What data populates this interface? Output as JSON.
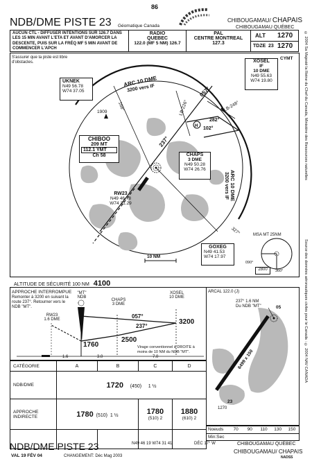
{
  "header": {
    "page_number": "86",
    "title": "NDB/DME PISTE 23",
    "publisher": "Géomatique Canada",
    "city_line1_a": "CHIBOUGAMAU/",
    "city_line1_b": "CHAPAIS",
    "city_line2": "CHIBOUGAMAU QUÉBEC",
    "warning_text": "AUCUN CTL - DIFFUSER INTENTIONS SUR 126.7 DANS LES 15 MIN AVANT L'ETA ET AVANT D'AMORCER LA DESCENTE, PUIS SUR LA FRÉQ MF 5 MIN AVANT DE COMMENCER L'APCH",
    "radio_label": "RADIO",
    "radio_name": "QUEBEC",
    "radio_freq": "122.0 (MF 5 NM) 126.7",
    "pal_label": "PAL",
    "pal_name": "CENTRE MONTREAL",
    "pal_freq": "127.3",
    "alt_label": "ALT",
    "alt_value": "1270",
    "tdze_label": "TDZE",
    "tdze_rwy": "23",
    "tdze_value": "1270",
    "copyright_side": "© 2004 Sa Majesté la Reine du Chef du Canada, Ministère des Ressources naturelles",
    "source_side": "Source des données aéronautiques civiles pour le Canada : © 2004 NAV CANADA"
  },
  "plan_view": {
    "note": "S'assurer que la piste est libre d'obstacles.",
    "icao": "CYMT",
    "arc_label": "ARC 10 DME",
    "arc_alt": "3200 vers IF",
    "arc_label_right": "ARC 10 DME",
    "arc_alt_right": "3200 vers IF",
    "dist_scale": "10 NM",
    "obstacle_elev": "1909",
    "headings": [
      "057°",
      "237°",
      "LB-226°",
      "LB-248°",
      "282°",
      "102°",
      "168°",
      "327°"
    ],
    "uknek": {
      "name": "UKNEK",
      "lat": "N49 56.78",
      "lon": "W74 37.05"
    },
    "xosel": {
      "name": "XOSEL",
      "sub1": "IF",
      "sub2": "10 DME",
      "lat": "N49 55.63",
      "lon": "W74 19.80"
    },
    "chiboo": {
      "name": "CHIBOO",
      "freq": "209 MT",
      "dme_freq": "112.1 YMT",
      "ch": "Ch 58"
    },
    "chaps": {
      "name": "CHAPS",
      "sub": "3 DME",
      "lat": "N49 50.28",
      "lon": "W74 26.76"
    },
    "rw23": {
      "name": "RW23",
      "lat": "N49 46.78",
      "lon": "W74 31.29"
    },
    "goxeg": {
      "name": "GOXEG",
      "lat": "N49 41.53",
      "lon": "W74 17.97"
    },
    "msa": {
      "title": "MSA MT 25NM",
      "value": "2800",
      "brg1": "090°",
      "brg2": "360°"
    }
  },
  "profile": {
    "safe_alt_label": "ALTITUDE DE SÉCURITÉ 100 NM",
    "safe_alt_value": "4100",
    "missed_title": "APPROCHE INTERROMPUE",
    "missed_text": "Remonter à 3200 en suivant la route 237°. Retourner vers le NDB \"MT\".",
    "mt_label": "\"MT\"",
    "ndb_label": "NDB",
    "chaps_label": "CHAPS",
    "chaps_dme": "3 DME",
    "xosel_label": "XOSEL",
    "xosel_dme": "10 DME",
    "rw23_label": "RW23",
    "rw23_dme": "1.6 DME",
    "alt_3200": "3200",
    "alt_2500": "2500",
    "alt_1760": "1760",
    "hdg_057": "057°",
    "hdg_237": "237°",
    "turn_note": "Virage conventionnel à DROITE à moins de 10 NM du NDB \"MT\".",
    "dist1": "1.6",
    "dist2": "3.0",
    "dist3": "7.0"
  },
  "aerodrome": {
    "arcal": "ARCAL 122.0 (J)",
    "ndb_text1": "237° 1.6 NM",
    "ndb_text2": "Du NDB \"MT\"",
    "rwy_label": "6499 x 150",
    "rwy_num_top": "05",
    "rwy_num_bot": "23",
    "elev": "1270"
  },
  "minima": {
    "header": [
      "CATÉGORIE",
      "A",
      "B",
      "C",
      "D"
    ],
    "straight_label": "NDB/DME",
    "straight_mda": "1720",
    "straight_hat": "(450)",
    "straight_vis": "1 ½",
    "circling_label_a": "APPROCHE",
    "circling_label_b": "INDIRECTE",
    "circ_ab_mda": "1780",
    "circ_ab_hat": "(510)",
    "circ_ab_vis": "1 ½",
    "circ_c_mda": "1780",
    "circ_c_hat": "(510)",
    "circ_c_vis": "2",
    "circ_d_mda": "1880",
    "circ_d_hat": "(610)",
    "circ_d_vis": "2"
  },
  "speed_table": {
    "knots_label": "Noeuds",
    "knots": [
      "70",
      "90",
      "110",
      "130",
      "150"
    ],
    "minsec_label": "Min:Sec"
  },
  "footer": {
    "title": "NDB/DME PISTE 23",
    "validity": "VAL 19 FÉV 04",
    "change": "CHANGEMENT: Déc Mag 2003",
    "coords": "N49 46 19  W74 31 41",
    "declination": "DÉC 17° W",
    "city_line1": "CHIBOUGAMAU QUÉBEC",
    "city_line2": "CHIBOUGAMAU/ CHAPAIS",
    "code": "NADSS"
  }
}
